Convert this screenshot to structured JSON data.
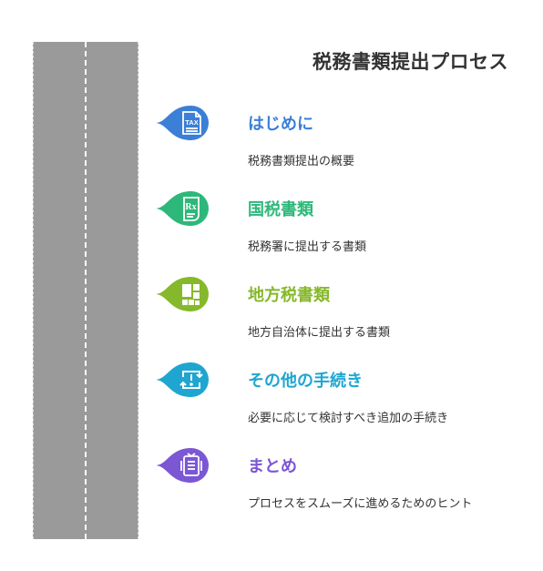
{
  "title": "税務書類提出プロセス",
  "steps": [
    {
      "title": "はじめに",
      "desc": "税務書類提出の概要",
      "color": "#3b7fd6",
      "icon": "tax-document-icon",
      "icon_text": "TAX"
    },
    {
      "title": "国税書類",
      "desc": "税務署に提出する書類",
      "color": "#2db87a",
      "icon": "prescription-icon",
      "icon_text": "Rx"
    },
    {
      "title": "地方税書類",
      "desc": "地方自治体に提出する書類",
      "color": "#86b82b",
      "icon": "building-grid-icon"
    },
    {
      "title": "その他の手続き",
      "desc": "必要に応じて検討すべき追加の手続き",
      "color": "#1ea6d0",
      "icon": "alert-cycle-icon"
    },
    {
      "title": "まとめ",
      "desc": "プロセスをスムーズに進めるためのヒント",
      "color": "#7b57d4",
      "icon": "clipboard-icon"
    }
  ]
}
